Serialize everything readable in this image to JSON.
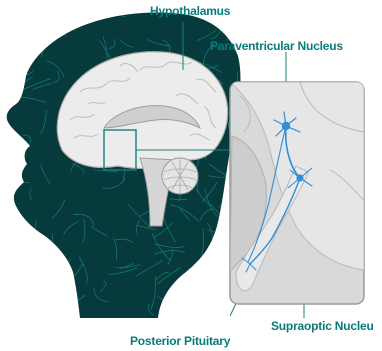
{
  "labels": {
    "hypothalamus": "Hypothalamus",
    "paraventricular": "Paraventricular Nucleus",
    "supraoptic": "Supraoptic Nucleu",
    "posterior_pituitary": "Posterior Pituitary"
  },
  "colors": {
    "label_text": "#0b7a7a",
    "head_fill": "#063a3c",
    "head_texture": "#27b5ab",
    "brain_fill": "#ececec",
    "brain_outline": "#aeaeae",
    "panel_fill": "#d9d9d9",
    "panel_border": "#9a9a9a",
    "neuron": "#2f8fd6",
    "callout": "#16807d"
  }
}
